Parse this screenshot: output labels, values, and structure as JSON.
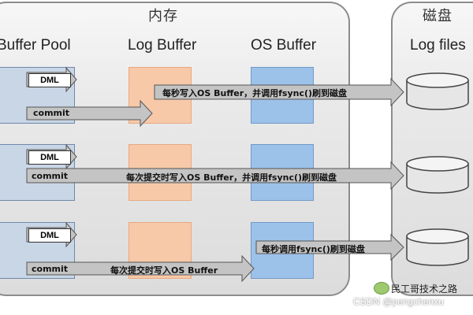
{
  "memory": {
    "title": "内存"
  },
  "disk": {
    "title": "磁盘",
    "column": "Log files"
  },
  "columns": {
    "buffer_pool": "Buffer Pool",
    "log_buffer": "Log Buffer",
    "os_buffer": "OS Buffer"
  },
  "rows": [
    {
      "dml": "DML",
      "commit": "commit",
      "text": "每秒写入OS Buffer，并调用fsync()刷到磁盘"
    },
    {
      "dml": "DML",
      "commit": "commit",
      "text": "每次提交时写入OS Buffer，并调用fsync()刷到磁盘"
    },
    {
      "dml": "DML",
      "commit": "commit",
      "text_commit": "每次提交时写入OS Buffer",
      "text_os": "每秒调用fsync()刷到磁盘"
    }
  ],
  "watermark": {
    "top": "民工哥技术之路",
    "bottom": "CSDN @pengchenxu"
  },
  "colors": {
    "log_buffer": "#f7c9a9",
    "os_buffer": "#9dc2ea",
    "buffer_pool": "#c9d6e6",
    "panel": "#e3e3e3"
  }
}
